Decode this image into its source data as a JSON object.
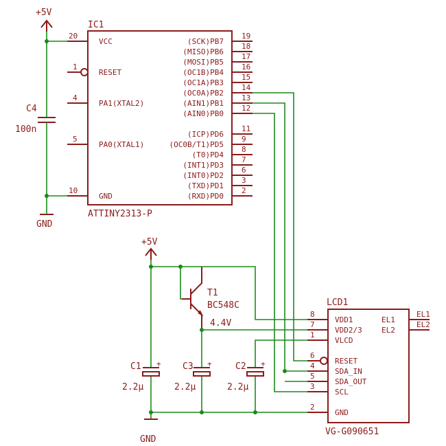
{
  "ic1": {
    "name": "IC1",
    "part": "ATTINY2313-P",
    "left_pins": [
      {
        "num": "20",
        "name": "VCC"
      },
      {
        "num": "1",
        "name": "RESET"
      },
      {
        "num": "4",
        "name": "PA1(XTAL2)"
      },
      {
        "num": "5",
        "name": "PA0(XTAL1)"
      },
      {
        "num": "10",
        "name": "GND"
      }
    ],
    "right_pins": [
      {
        "num": "19",
        "name": "(SCK)PB7"
      },
      {
        "num": "18",
        "name": "(MISO)PB6"
      },
      {
        "num": "17",
        "name": "(MOSI)PB5"
      },
      {
        "num": "16",
        "name": "(OC1B)PB4"
      },
      {
        "num": "15",
        "name": "(OC1A)PB3"
      },
      {
        "num": "14",
        "name": "(OC0A)PB2"
      },
      {
        "num": "13",
        "name": "(AIN1)PB1"
      },
      {
        "num": "12",
        "name": "(AIN0)PB0"
      },
      {
        "num": "11",
        "name": "(ICP)PD6"
      },
      {
        "num": "9",
        "name": "(OC0B/T1)PD5"
      },
      {
        "num": "8",
        "name": "(T0)PD4"
      },
      {
        "num": "7",
        "name": "(INT1)PD3"
      },
      {
        "num": "6",
        "name": "(INT0)PD2"
      },
      {
        "num": "3",
        "name": "(TXD)PD1"
      },
      {
        "num": "2",
        "name": "(RXD)PD0"
      }
    ]
  },
  "lcd1": {
    "name": "LCD1",
    "part": "VG-G090651",
    "left_pins": [
      {
        "num": "8",
        "name": "VDD1"
      },
      {
        "num": "7",
        "name": "VDD2/3"
      },
      {
        "num": "1",
        "name": "VLCD"
      },
      {
        "num": "6",
        "name": "RESET"
      },
      {
        "num": "4",
        "name": "SDA_IN"
      },
      {
        "num": "5",
        "name": "SDA_OUT"
      },
      {
        "num": "3",
        "name": "SCL"
      },
      {
        "num": "2",
        "name": "GND"
      }
    ],
    "right_pins": [
      {
        "name": "EL1",
        "net": "EL1"
      },
      {
        "name": "EL2",
        "net": "EL2"
      }
    ]
  },
  "power": {
    "vcc_top": "+5V",
    "vcc_mid": "+5V",
    "gnd_top": "GND",
    "gnd_bottom": "GND"
  },
  "c4": {
    "name": "C4",
    "value": "100n"
  },
  "c1": {
    "name": "C1",
    "value": "2.2µ"
  },
  "c2": {
    "name": "C2",
    "value": "2.2µ"
  },
  "c3": {
    "name": "C3",
    "value": "2.2µ"
  },
  "t1": {
    "name": "T1",
    "part": "BC548C"
  },
  "net_4v4": "4.4V",
  "colors": {
    "component": "#8b1a1a",
    "wire": "#1a8a1a"
  }
}
